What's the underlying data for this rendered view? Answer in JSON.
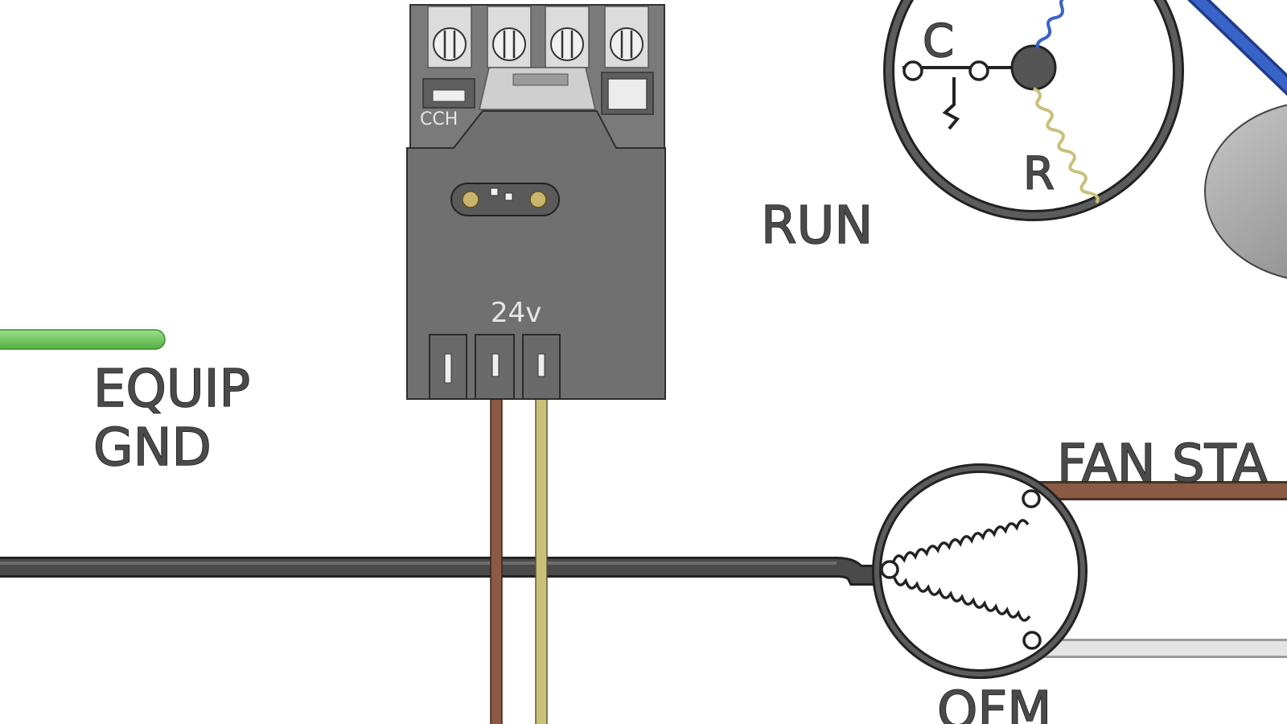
{
  "labels": {
    "cch": "CCH",
    "volt": "24v",
    "run": "RUN",
    "equip": "EQUIP",
    "gnd": "GND",
    "c": "C",
    "r": "R",
    "fan_sta": "FAN STA",
    "ofm": "OFM"
  },
  "colors": {
    "equip_ground_wire": "#6cc35a",
    "common_wire": "#4a4a4a",
    "brown_wire": "#8a5a44",
    "yellow_wire": "#c9c07a",
    "white_wire": "#e4e4e4",
    "blue_wire": "#3a63c9",
    "contactor_body": "#707070",
    "contactor_top": "#dcdcdc"
  }
}
